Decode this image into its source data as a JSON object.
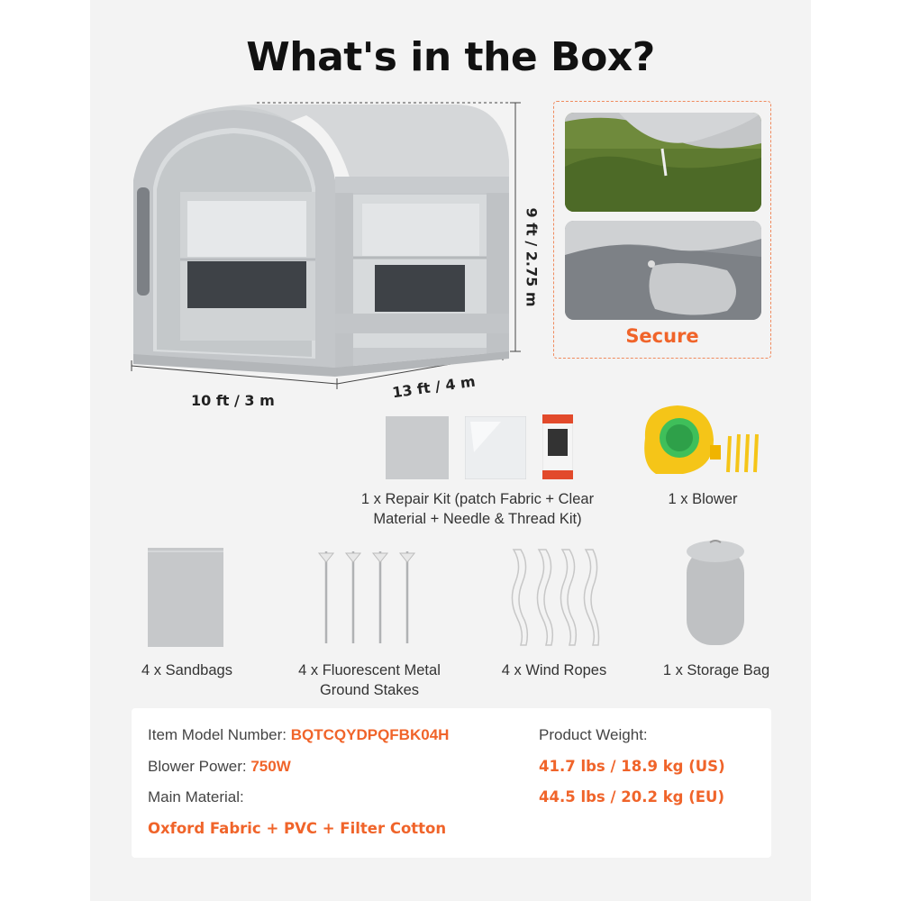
{
  "title": "What's in the Box?",
  "dimensions": {
    "width": "10 ft / 3 m",
    "depth": "13 ft / 4 m",
    "height": "9 ft / 2.75 m"
  },
  "secure_label": "Secure",
  "items": {
    "repair_kit": "1 x Repair Kit (patch Fabric + Clear Material + Needle & Thread Kit)",
    "repair_kit_line1": "1 x Repair Kit (patch Fabric + Clear",
    "repair_kit_line2": "Material + Needle & Thread Kit)",
    "blower": "1 x Blower",
    "sandbags": "4 x Sandbags",
    "stakes_line1": "4 x Fluorescent Metal",
    "stakes_line2": "Ground Stakes",
    "ropes": "4 x Wind Ropes",
    "storage_bag": "1 x Storage Bag"
  },
  "specs": {
    "model_label": "Item Model Number:",
    "model_value": "BQTCQYDPQFBK04H",
    "power_label": "Blower Power:",
    "power_value": "750W",
    "material_label": "Main Material:",
    "material_value": "Oxford Fabric + PVC + Filter Cotton",
    "weight_label": "Product Weight:",
    "weight_us": "41.7 lbs / 18.9 kg (US)",
    "weight_eu": "44.5 lbs / 20.2 kg (EU)"
  },
  "colors": {
    "accent": "#f0642a",
    "tent_gray": "#c9cbcd",
    "blower_yellow": "#f5c518",
    "blower_green": "#3fbf5a"
  }
}
